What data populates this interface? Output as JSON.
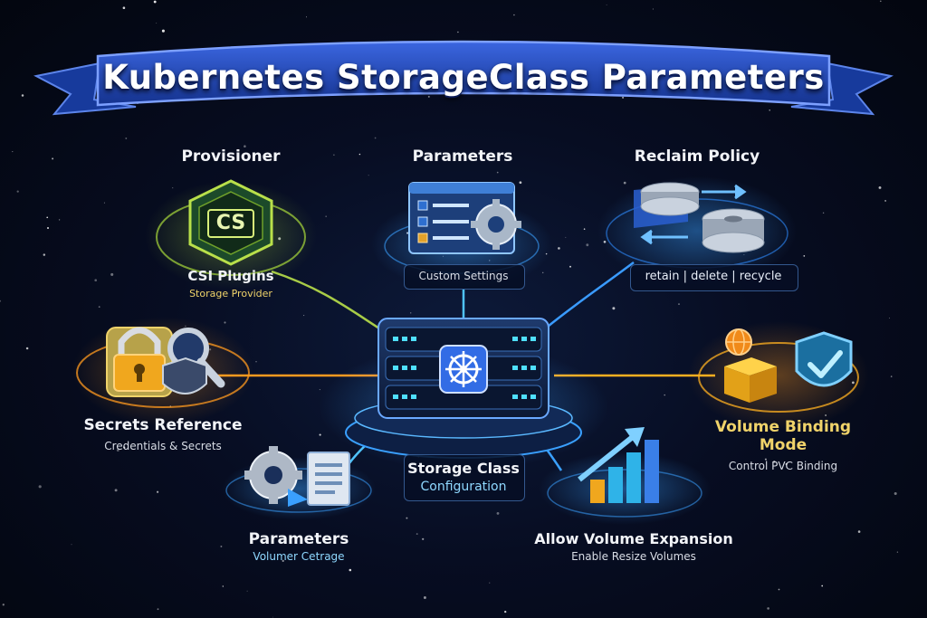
{
  "title": "Kubernetes StorageClass Parameters",
  "nodes": {
    "provisioner": {
      "heading": "Provisioner",
      "badge": "CS",
      "label": "CSI Plugins",
      "sublabel": "Storage Provider"
    },
    "parameters_top": {
      "heading": "Parameters",
      "label": "Custom Settings"
    },
    "reclaim_policy": {
      "heading": "Reclaim Policy",
      "options": "retain | delete | recycle"
    },
    "secrets_reference": {
      "heading": "Secrets Reference",
      "sublabel": "Credentials & Secrets"
    },
    "volume_binding_mode": {
      "heading_line1": "Volume Binding",
      "heading_line2": "Mode",
      "sublabel": "Control PVC Binding"
    },
    "storage_class": {
      "line1": "Storage Class",
      "line2": "Configuration"
    },
    "parameters_bottom": {
      "heading": "Parameters",
      "sublabel": "Volumer Cetrage"
    },
    "allow_volume_expansion": {
      "heading": "Allow Volume Expansion",
      "sublabel": "Enable Resize Volumes"
    }
  },
  "colors": {
    "banner": "#1f46b8",
    "provisioner_glow": "#a8d83a",
    "secrets_glow": "#ff9a1f",
    "binding_glow": "#ffb020",
    "reclaim_glow": "#2f8cff",
    "hub_glow": "#3aa0ff",
    "k8s_blue": "#326ce5"
  }
}
